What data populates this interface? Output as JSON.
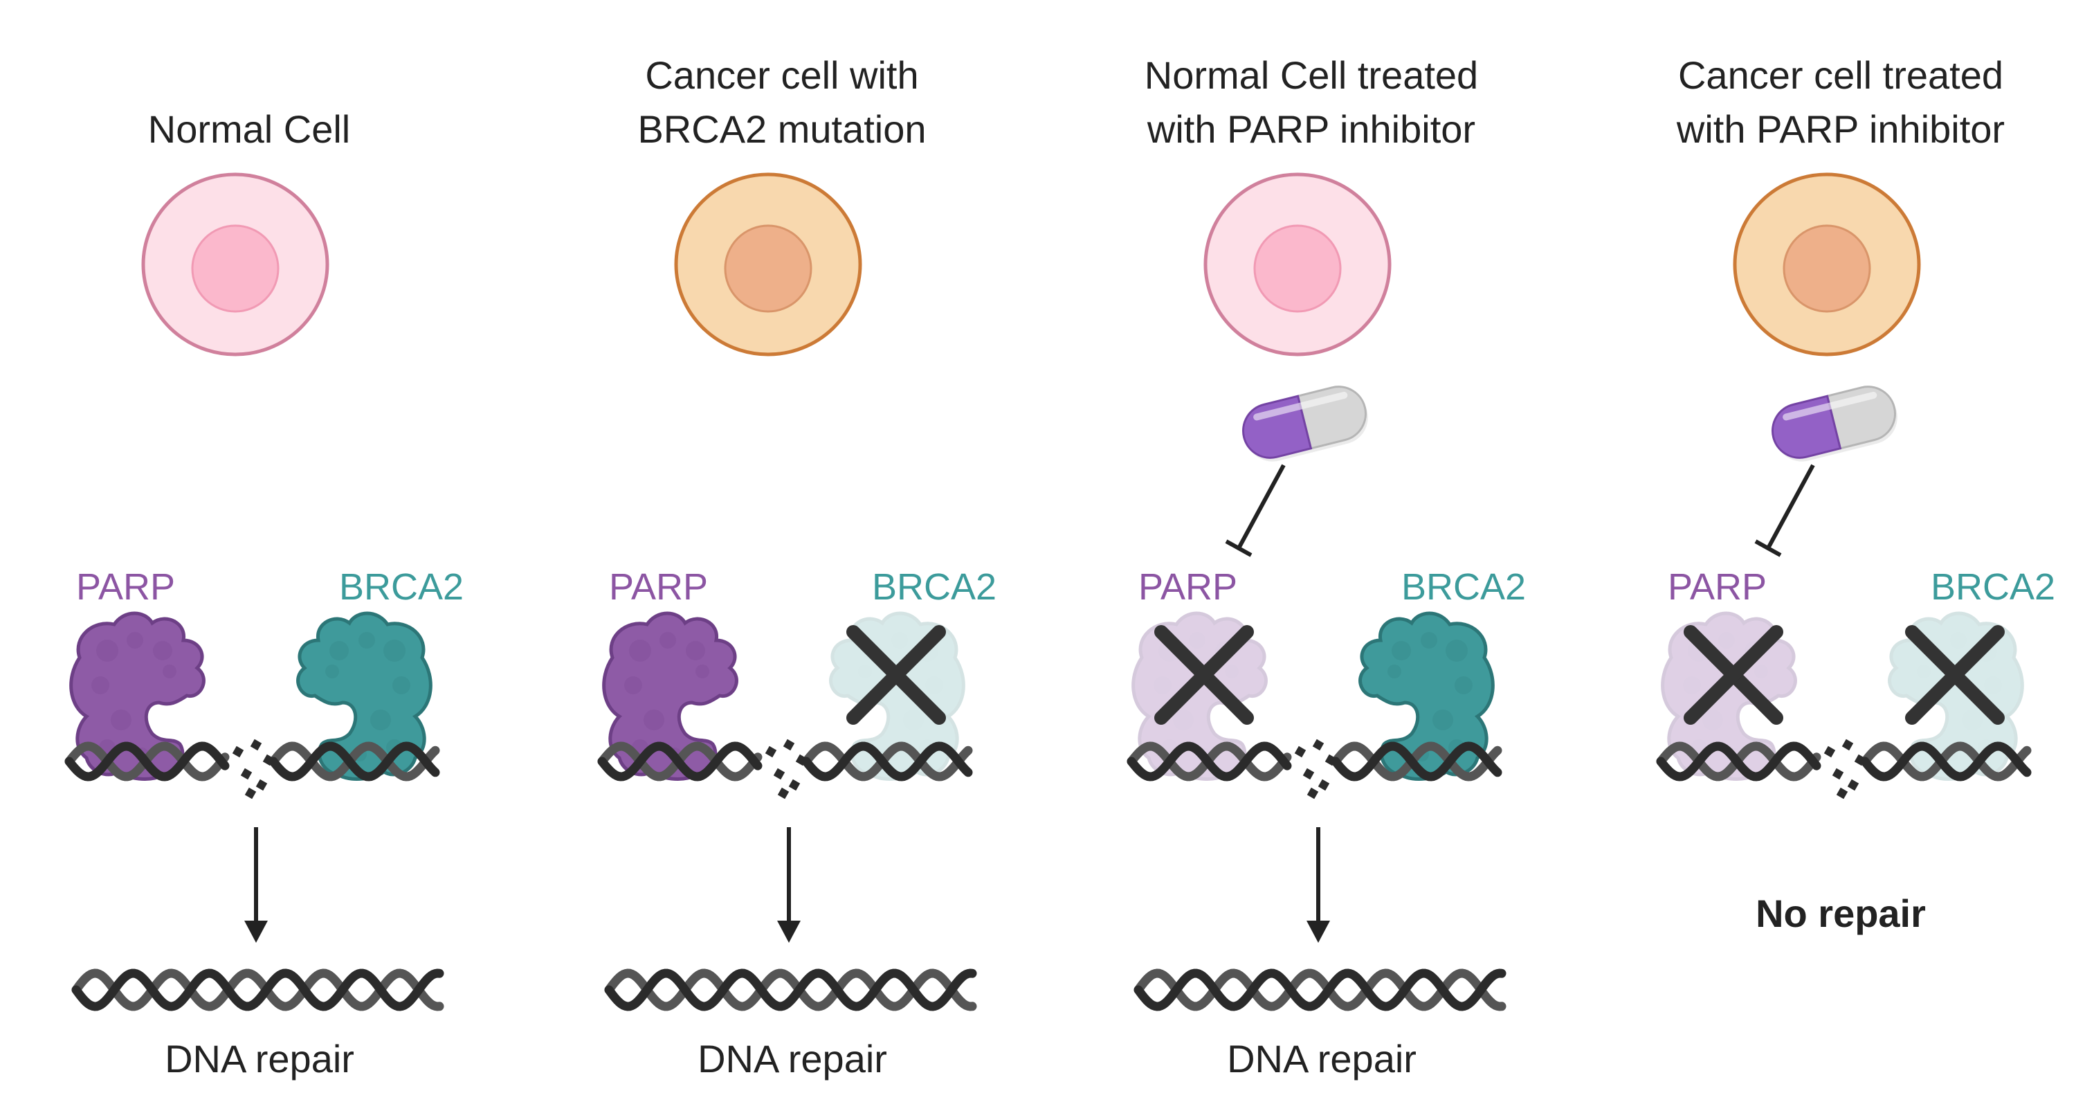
{
  "colors": {
    "normal_cell_fill": "#fde0e8",
    "normal_cell_stroke": "#d0809c",
    "normal_nucleus": "#fbb8cc",
    "cancer_cell_fill": "#f8d8ae",
    "cancer_cell_stroke": "#cc7a36",
    "cancer_nucleus": "#eeb08a",
    "parp": "#8e5ba6",
    "parp_stroke": "#6d3f86",
    "brca2": "#3f9a9b",
    "brca2_stroke": "#2c7677",
    "parp_label": "#8c55a3",
    "brca2_label": "#3c9b9b",
    "dna_dark": "#2b2b2b",
    "dna_light": "#555555",
    "pill_purple": "#9361c6",
    "pill_gray": "#d6d6d6",
    "cross": "#333333"
  },
  "panels": [
    {
      "title_lines": [
        "Normal Cell"
      ],
      "cell": "normal",
      "has_pill": false,
      "parp_label": "PARP",
      "brca2_label": "BRCA2",
      "parp_active": true,
      "brca2_active": true,
      "repaired": true,
      "result": "DNA repair"
    },
    {
      "title_lines": [
        "Cancer cell with",
        "BRCA2 mutation"
      ],
      "cell": "cancer",
      "has_pill": false,
      "parp_label": "PARP",
      "brca2_label": "BRCA2",
      "parp_active": true,
      "brca2_active": false,
      "repaired": true,
      "result": "DNA repair"
    },
    {
      "title_lines": [
        "Normal Cell treated",
        "with PARP inhibitor"
      ],
      "cell": "normal",
      "has_pill": true,
      "parp_label": "PARP",
      "brca2_label": "BRCA2",
      "parp_active": false,
      "brca2_active": true,
      "repaired": true,
      "result": "DNA repair"
    },
    {
      "title_lines": [
        "Cancer cell treated",
        "with PARP inhibitor"
      ],
      "cell": "cancer",
      "has_pill": true,
      "parp_label": "PARP",
      "brca2_label": "BRCA2",
      "parp_active": false,
      "brca2_active": false,
      "repaired": false,
      "result": "No repair"
    }
  ]
}
